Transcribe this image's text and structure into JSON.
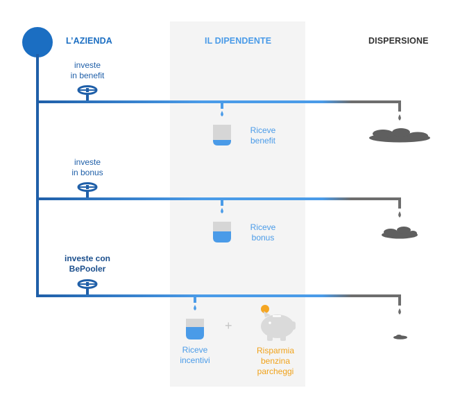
{
  "headers": {
    "azienda": "L’AZIENDA",
    "dipendente": "IL DIPENDENTE",
    "dispersione": "DISPERSIONE"
  },
  "rows": [
    {
      "invest": [
        "investe",
        "in benefit"
      ],
      "receive": [
        "Riceve",
        "benefit"
      ]
    },
    {
      "invest": [
        "investe",
        "in bonus"
      ],
      "receive": [
        "Riceve",
        "bonus"
      ]
    },
    {
      "invest": [
        "investe con",
        "BePooler"
      ],
      "receive": [
        "Riceve",
        "incentivi"
      ],
      "plus": "+",
      "saving": [
        "Risparmia",
        "benzina",
        "parcheggi"
      ]
    }
  ],
  "colors": {
    "pipe_dark": "#1f5fa8",
    "pipe_light": "#4a9be8",
    "pipe_gray": "#6d6d6d",
    "water": "#4a9be8",
    "glass": "#d6d6d6",
    "puddle": "#5f5f5f",
    "coin": "#f5a623",
    "piggy": "#dadada",
    "column_bg": "#f4f4f4"
  },
  "icons": [
    "valve-icon",
    "water-drop-icon",
    "glass-icon",
    "puddle-icon",
    "piggy-bank-icon",
    "coin-icon"
  ]
}
